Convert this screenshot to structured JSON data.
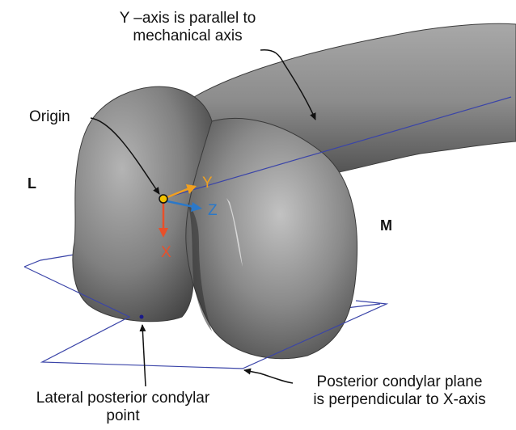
{
  "annotations": {
    "y_axis_line1": "Y –axis is parallel to",
    "y_axis_line2": "mechanical axis",
    "origin": "Origin",
    "lateral": "L",
    "medial": "M",
    "lateral_point_line1": "Lateral posterior condylar",
    "lateral_point_line2": "point",
    "plane_line1": "Posterior condylar plane",
    "plane_line2": "is perpendicular to X-axis"
  },
  "axes": {
    "x": {
      "label": "X",
      "color": "#e8502a"
    },
    "y": {
      "label": "Y",
      "color": "#f0a020"
    },
    "z": {
      "label": "Z",
      "color": "#2b78c8"
    }
  },
  "colors": {
    "bone": "#7a7a7a",
    "plane": "#3a44a8",
    "origin_marker": "#f2c200"
  }
}
